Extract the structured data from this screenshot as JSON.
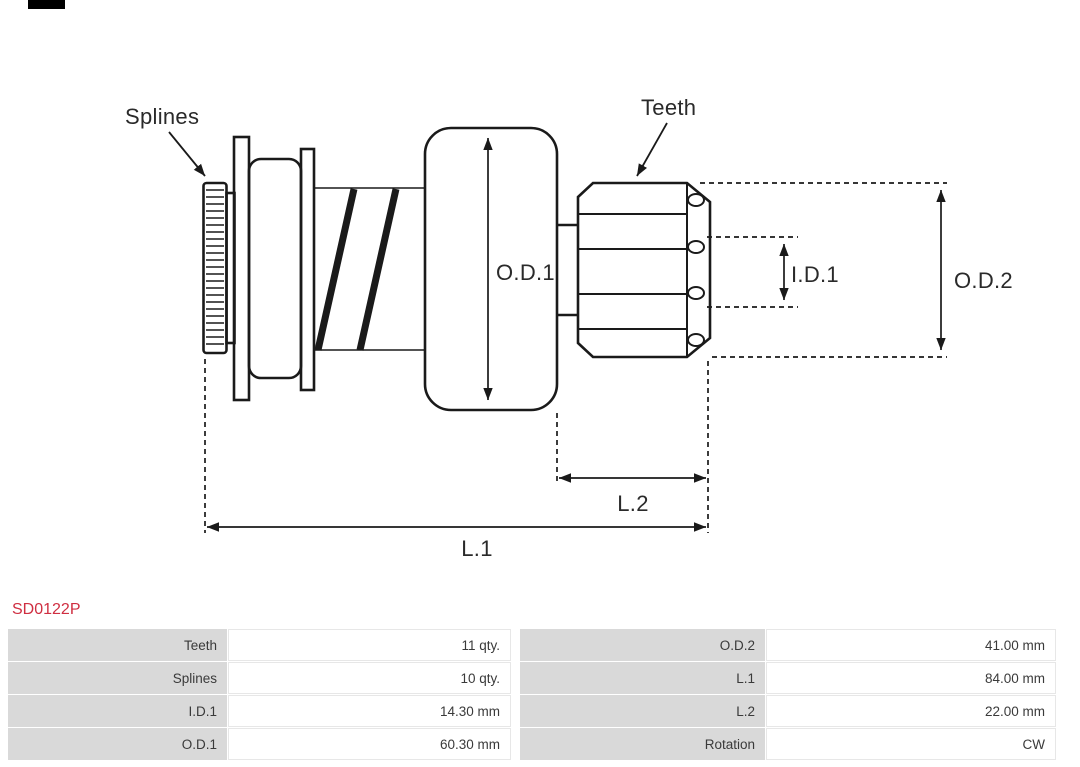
{
  "page": {
    "background": "#ffffff"
  },
  "logo": {
    "name": "brand-logo-fragment",
    "color": "#000000"
  },
  "part": {
    "number": "SD0122P"
  },
  "diagram": {
    "labels": {
      "splines": "Splines",
      "teeth": "Teeth",
      "od1": "O.D.1",
      "id1": "I.D.1",
      "od2": "O.D.2",
      "l1": "L.1",
      "l2": "L.2"
    }
  },
  "spec_table": {
    "rows": [
      {
        "c0_label": "Teeth",
        "c0_value": "11 qty.",
        "c1_label": "O.D.2",
        "c1_value": "41.00 mm"
      },
      {
        "c0_label": "Splines",
        "c0_value": "10 qty.",
        "c1_label": "L.1",
        "c1_value": "84.00 mm"
      },
      {
        "c0_label": "I.D.1",
        "c0_value": "14.30 mm",
        "c1_label": "L.2",
        "c1_value": "22.00 mm"
      },
      {
        "c0_label": "O.D.1",
        "c0_value": "60.30 mm",
        "c1_label": "Rotation",
        "c1_value": "CW"
      }
    ]
  },
  "colors": {
    "part_number": "#cf2e41",
    "table_label_bg": "#d9d9d9",
    "table_value_bg": "#ffffff",
    "table_text": "#3a3a3a",
    "drawing": "#1a1a1a"
  }
}
